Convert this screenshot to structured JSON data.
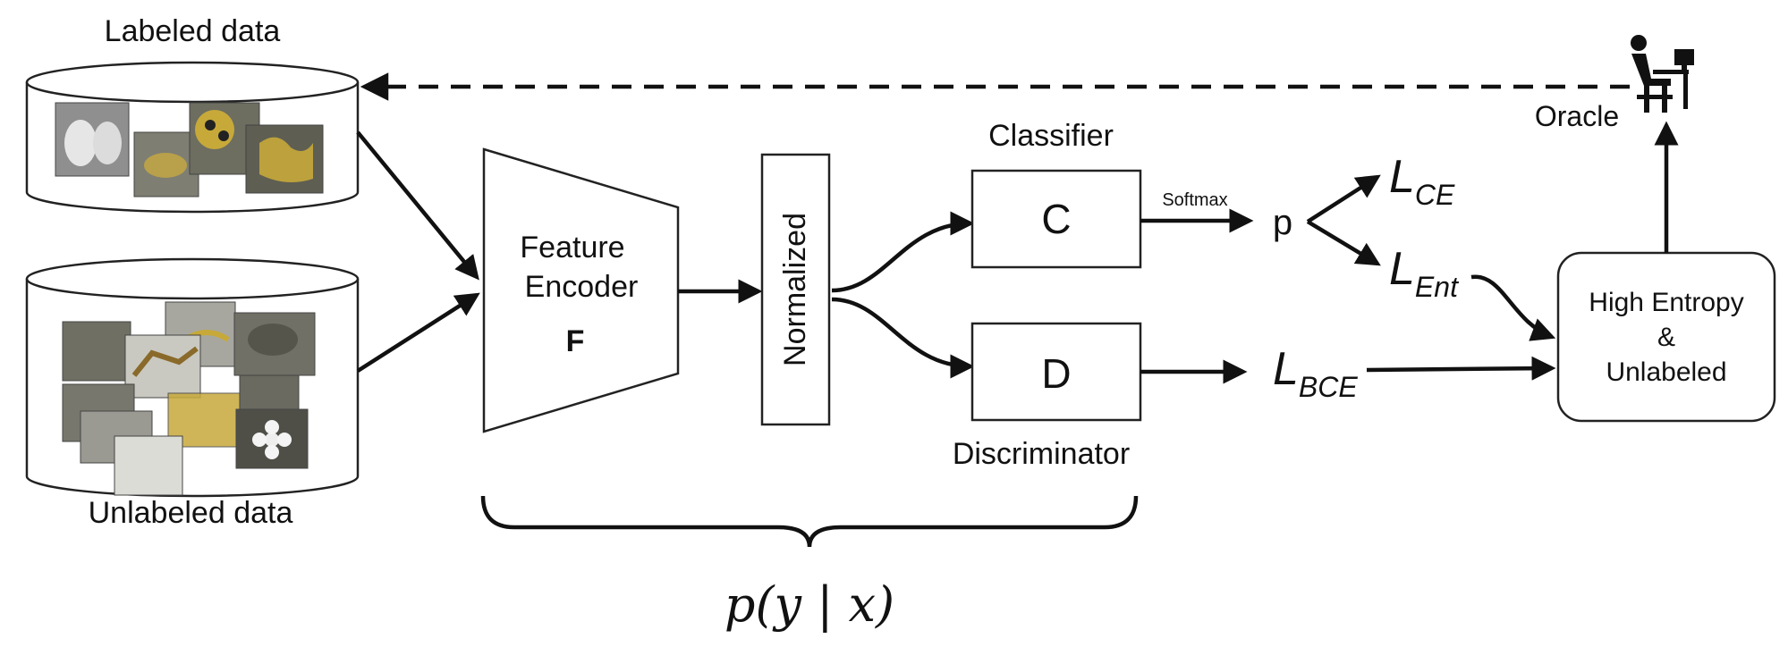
{
  "labeled_data": "Labeled data",
  "unlabeled_data": "Unlabeled data",
  "encoder": {
    "line1": "Feature",
    "line2": "Encoder",
    "symbol": "F"
  },
  "normalized": "Normalized",
  "classifier": {
    "title": "Classifier",
    "symbol": "C"
  },
  "discriminator": {
    "title": "Discriminator",
    "symbol": "D"
  },
  "softmax": "Softmax",
  "p": "p",
  "losses": {
    "ce": {
      "base": "L",
      "sub": "CE"
    },
    "ent": {
      "base": "L",
      "sub": "Ent"
    },
    "bce": {
      "base": "L",
      "sub": "BCE"
    }
  },
  "selector": {
    "line1": "High Entropy",
    "line2": "&",
    "line3": "Unlabeled"
  },
  "oracle": "Oracle",
  "formula": "p(y | x)",
  "colors": {
    "ink": "#111111",
    "accent_photo": "#c7a93a"
  },
  "icons": [
    "oracle-person-at-computer-icon",
    "dataset-cylinder-icon"
  ]
}
